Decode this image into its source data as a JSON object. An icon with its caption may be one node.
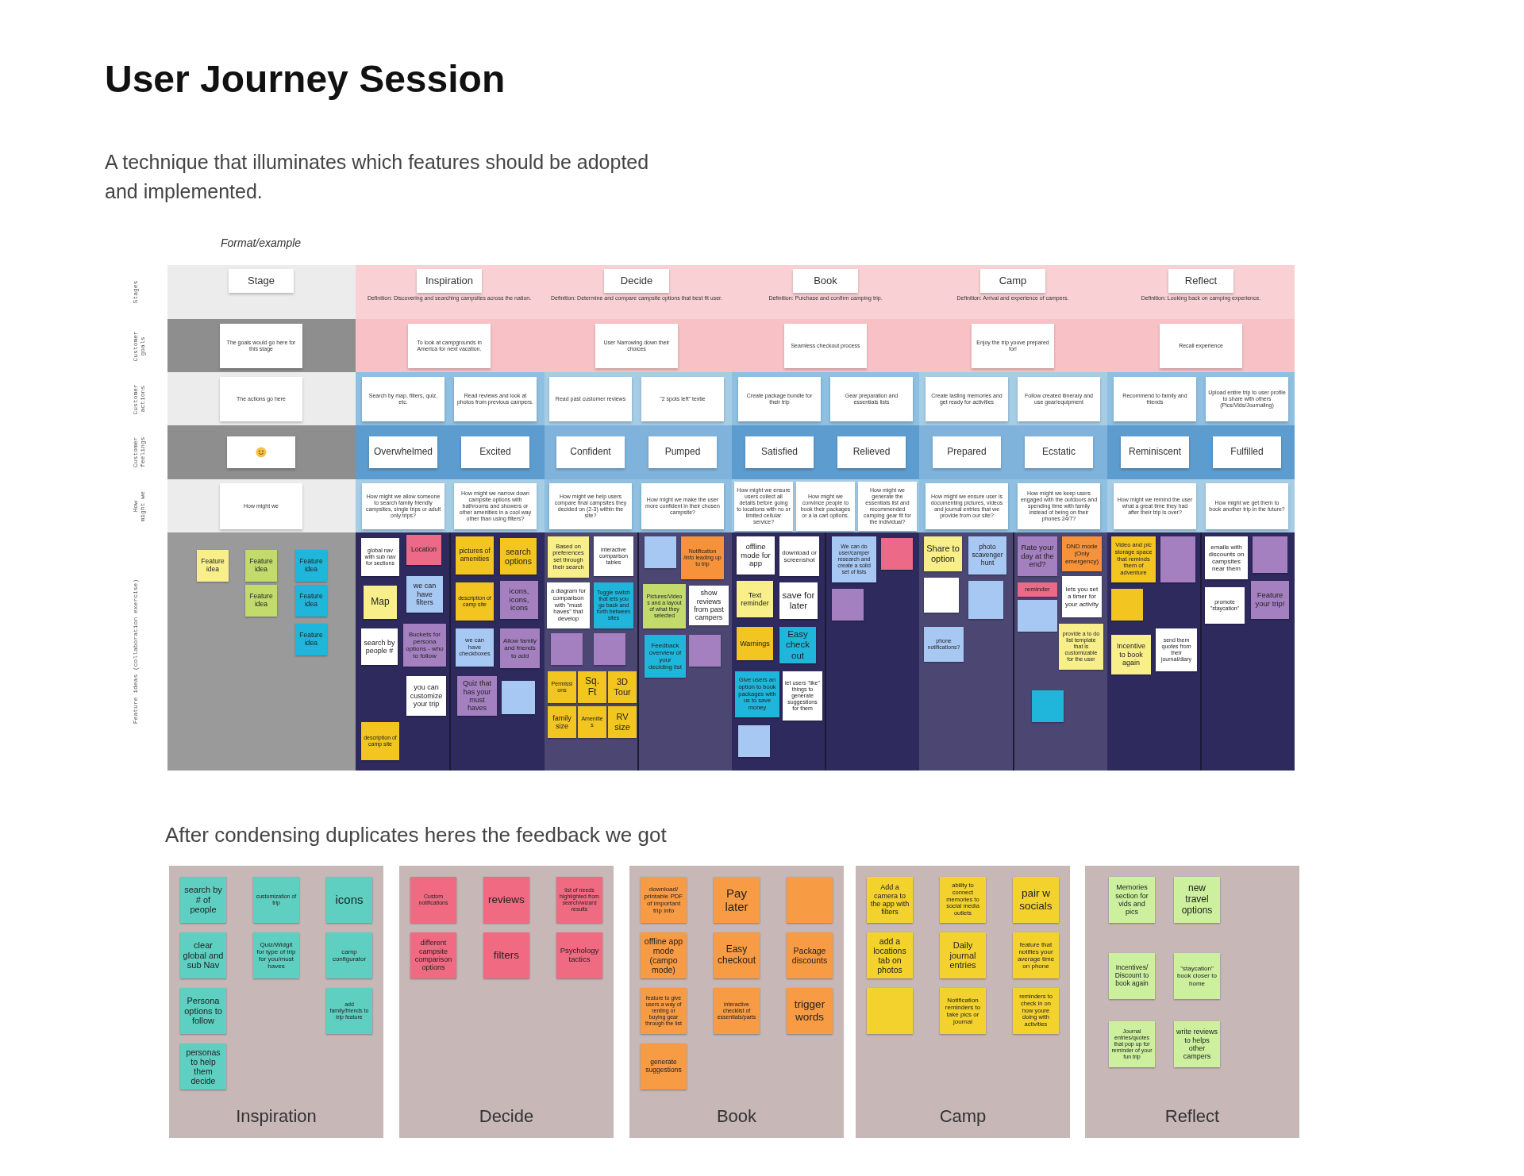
{
  "diagram": {
    "title": "User Journey Session",
    "nodes": [
      {
        "text": [
          "Stage"
        ]
      },
      {
        "text": [
          "The goals would go here for this stage"
        ]
      },
      {
        "text": [
          "The actions go here"
        ]
      },
      {
        "text": [],
        "shape": "box"
      },
      {
        "text": [
          "How might we"
        ]
      },
      {
        "text": [
          "Feature idea"
        ]
      },
      {
        "text": [
          "Feature idea"
        ]
      },
      {
        "text": [
          "Feature idea"
        ]
      },
      {
        "text": [
          "Feature idea"
        ]
      },
      {
        "text": [
          "Feature idea"
        ]
      },
      {
        "text": [
          "Feature idea"
        ]
      },
      {
        "text": [
          "Inspiration"
        ],
        "beside": [
          "Definition: Discovering and searching campsites across the nation."
        ]
      },
      {
        "text": [
          "To look at campgrounds in America for next vacation."
        ]
      },
      {
        "text": [
          "Search by map, filters, quiz, etc."
        ]
      },
      {
        "text": [
          "Read reviews and look at photos from previous campers."
        ]
      },
      {
        "text": [
          "Overwhelmed"
        ]
      },
      {
        "text": [
          "Excited"
        ]
      },
      {
        "text": [
          "How might we allow someone to search family friendly campsites, single trips or adult only trips?"
        ]
      },
      {
        "text": [
          "How might we narrow down campsite options with bathrooms and showers or other amenities in a cool way other than using filters?"
        ]
      },
      {
        "text": [
          "Decide"
        ],
        "beside": [
          "Definition: Determine and compare campsite options that best fit user."
        ]
      },
      {
        "text": [
          "User Narrowing down their choices"
        ]
      },
      {
        "text": [
          "Read past customer reviews"
        ]
      },
      {
        "text": [
          "\"2 spots left\" textie"
        ]
      },
      {
        "text": [
          "Confident"
        ]
      },
      {
        "text": [
          "Pumped"
        ]
      },
      {
        "text": [
          "How might we help users compare final campsites they decided on (2-3) within the site?"
        ]
      },
      {
        "text": [
          "How might we make the user more confident in their chosen campsite?"
        ]
      },
      {
        "text": [
          "Book"
        ],
        "beside": [
          "Definition: Purchase and confirm camping trip."
        ]
      },
      {
        "text": [
          "Seamless checkout process"
        ]
      },
      {
        "text": [
          "Create package bundle for their trip"
        ]
      },
      {
        "text": [
          "Gear preparation and essentials lists"
        ]
      },
      {
        "text": [
          "Satisfied"
        ]
      },
      {
        "text": [
          "Relieved"
        ]
      },
      {
        "text": [
          "How might we ensure users collect all details before going to locations with no or limited cellular service?"
        ]
      },
      {
        "text": [
          "How might we convince people to book their packages or a la cart options."
        ]
      },
      {
        "text": [
          "How might we generate the essentials list and recommended camping gear fit for the individual?"
        ]
      },
      {
        "text": [
          "Camp"
        ],
        "beside": [
          "Definition: Arrival and experience of campers."
        ]
      },
      {
        "text": [
          "Enjoy the trip youve prepared for!"
        ]
      },
      {
        "text": [
          "Create lasting memories and get ready for activities"
        ]
      },
      {
        "text": [
          "Follow created itinerary and use gear/equipment"
        ]
      },
      {
        "text": [
          "Prepared"
        ]
      },
      {
        "text": [
          "Ecstatic"
        ]
      },
      {
        "text": [
          "How might we ensure user is documenting pictures, videos and journal entries that we provide from our site?"
        ]
      },
      {
        "text": [
          "How might we keep users engaged with the outdoors and spending time with family instead of being on their phones 24/7?"
        ]
      },
      {
        "text": [
          "Reflect"
        ],
        "beside": [
          "Definition: Looking back on camping experience."
        ]
      },
      {
        "text": [
          "Recall experience"
        ]
      },
      {
        "text": [
          "Recommend to family and friends"
        ]
      },
      {
        "text": [
          "Upload entire trip to user profile to share with others (Pics/Vids/Journaling)"
        ]
      },
      {
        "text": [
          "Reminiscent"
        ]
      },
      {
        "text": [
          "Fulfilled"
        ]
      },
      {
        "text": [
          "How might we remind the user what a great time they had after their trip is over?"
        ]
      },
      {
        "text": [
          "How might we get them to book another trip in the future?"
        ]
      },
      {
        "text": [
          "global nav with sub nav for sections"
        ]
      },
      {
        "text": [
          "Location"
        ]
      },
      {
        "text": [
          "Map"
        ]
      },
      {
        "text": [
          "we can have filters"
        ]
      },
      {
        "text": [
          "search by people #"
        ]
      },
      {
        "text": [
          "Buckets for persona options - who to follow"
        ]
      },
      {
        "text": [
          "you can customize your trip"
        ]
      },
      {
        "text": [
          "description of camp site"
        ]
      },
      {
        "text": [
          "pictures of amenities"
        ]
      },
      {
        "text": [
          "search options"
        ]
      },
      {
        "text": [
          "description of camp site"
        ]
      },
      {
        "text": [
          "icons, icons, icons"
        ]
      },
      {
        "text": [
          "we can have checkboxes"
        ]
      },
      {
        "text": [
          "Allow family and friends to add"
        ]
      },
      {
        "text": [
          "Quiz that has your must haves"
        ]
      },
      {
        "text": [],
        "shape": "box"
      },
      {
        "text": [
          "Based on preferences set through their search"
        ]
      },
      {
        "text": [
          "interactive comparison tables"
        ]
      },
      {
        "text": [
          "a diagram for comparison with \"must haves\" that develop"
        ]
      },
      {
        "text": [
          "Toggle switch that lets you go back and forth between sites"
        ]
      },
      {
        "text": [],
        "shape": "box"
      },
      {
        "text": [],
        "shape": "box"
      },
      {
        "text": [
          "Permissions"
        ]
      },
      {
        "text": [
          "Sq. Ft"
        ]
      },
      {
        "text": [
          "3D Tour"
        ]
      },
      {
        "text": [
          "family size"
        ]
      },
      {
        "text": [
          "Amenities"
        ]
      },
      {
        "text": [
          "RV size"
        ]
      },
      {
        "text": [],
        "shape": "box"
      },
      {
        "text": [
          "Notification /info leading up to trip"
        ]
      },
      {
        "text": [
          "Pictures/Videos and a layout of what they selected"
        ]
      },
      {
        "text": [
          "show reviews from past campers"
        ]
      },
      {
        "text": [
          "Feedback overview of your deciding list"
        ]
      },
      {
        "text": [],
        "shape": "box"
      },
      {
        "text": [
          "offline mode for app"
        ]
      },
      {
        "text": [
          "download or screenshot"
        ]
      },
      {
        "text": [
          "Text reminder"
        ]
      },
      {
        "text": [
          "save for later"
        ]
      },
      {
        "text": [
          "Warnings"
        ]
      },
      {
        "text": [
          "Easy check out"
        ]
      },
      {
        "text": [
          "Give users an option to book packages with us to save money"
        ]
      },
      {
        "text": [
          "let users \"like\" things to generate suggestions for them"
        ]
      },
      {
        "text": [],
        "shape": "box"
      },
      {
        "text": [
          "We can do user/camper research and create a solid set of lists"
        ]
      },
      {
        "text": [],
        "shape": "box"
      },
      {
        "text": [],
        "shape": "box"
      },
      {
        "text": [
          "Share to option"
        ]
      },
      {
        "text": [
          "photo scavenger hunt"
        ]
      },
      {
        "text": [],
        "shape": "box"
      },
      {
        "text": [],
        "shape": "box"
      },
      {
        "text": [
          "phone notifications?"
        ]
      },
      {
        "text": [
          "Rate your day at the end?"
        ]
      },
      {
        "text": [
          "reminder"
        ]
      },
      {
        "text": [],
        "shape": "box"
      },
      {
        "text": [
          "DND mode (Only emergency)"
        ]
      },
      {
        "text": [
          "lets you set a timer for your activity"
        ]
      },
      {
        "text": [
          "provide a to do list template that is customizable for the user"
        ]
      },
      {
        "text": [],
        "shape": "box"
      },
      {
        "text": [
          "Video and pic storage space that reminds them of adventure"
        ]
      },
      {
        "text": [],
        "shape": "box"
      },
      {
        "text": [],
        "shape": "box"
      },
      {
        "text": [
          "Incentive to book again"
        ]
      },
      {
        "text": [
          "send them quotes from their journal/diary"
        ]
      },
      {
        "text": [
          "emails with discounts on campsites near them"
        ]
      },
      {
        "text": [],
        "shape": "box"
      },
      {
        "text": [
          "promote \"staycation\""
        ]
      },
      {
        "text": [
          "Feature your trip!"
        ]
      },
      {
        "text": [
          "Inspiration"
        ]
      },
      {
        "text": [
          "search by # of people"
        ],
        "in": 119
      },
      {
        "text": [
          "customization of trip"
        ],
        "in": 119
      },
      {
        "text": [
          "icons"
        ],
        "in": 119
      },
      {
        "text": [
          "clear global and sub Nav"
        ],
        "in": 119
      },
      {
        "text": [
          "Quiz/Widgit for type of trip for you/must haves"
        ],
        "in": 119
      },
      {
        "text": [
          "camp configurator"
        ],
        "in": 119
      },
      {
        "text": [
          "Persona options to follow"
        ],
        "in": 119
      },
      {
        "text": [
          "add family/friends to trip feature"
        ],
        "in": 119
      },
      {
        "text": [
          "personas to help them decide"
        ],
        "in": 119
      },
      {
        "text": [
          "Decide"
        ]
      },
      {
        "text": [
          "Custom notifications"
        ],
        "in": 129
      },
      {
        "text": [
          "reviews"
        ],
        "in": 129
      },
      {
        "text": [
          "list of needs highlighted from search/wizard results"
        ],
        "in": 129
      },
      {
        "text": [
          "different campsite comparison options"
        ],
        "in": 129
      },
      {
        "text": [
          "filters"
        ],
        "in": 129
      },
      {
        "text": [
          "Psychology tactics"
        ],
        "in": 129
      },
      {
        "text": [
          "Book"
        ]
      },
      {
        "text": [
          "download/ printable PDF of important trip info"
        ],
        "in": 136
      },
      {
        "text": [
          "Pay later"
        ],
        "in": 136
      },
      {
        "text": [],
        "shape": "box",
        "in": 136
      },
      {
        "text": [
          "offline app mode (campo mode)"
        ],
        "in": 136
      },
      {
        "text": [
          "Easy checkout"
        ],
        "in": 136
      },
      {
        "text": [
          "Package discounts"
        ],
        "in": 136
      },
      {
        "text": [
          "feature to give users a way of renting or buying gear through the list"
        ],
        "in": 136
      },
      {
        "text": [
          "interactive checklist of essentials/parts"
        ],
        "in": 136
      },
      {
        "text": [
          "trigger words"
        ],
        "in": 136
      },
      {
        "text": [
          "generate suggestions"
        ],
        "in": 136
      },
      {
        "text": [
          "Camp"
        ]
      },
      {
        "text": [
          "Add a camera to the app with filters"
        ],
        "in": 147
      },
      {
        "text": [
          "ability to connect memories to social media outlets"
        ],
        "in": 147
      },
      {
        "text": [
          "pair w socials"
        ],
        "in": 147
      },
      {
        "text": [
          "add a locations tab on photos"
        ],
        "in": 147
      },
      {
        "text": [
          "Daily journal entries"
        ],
        "in": 147
      },
      {
        "text": [
          "feature that notifies your average time on phone"
        ],
        "in": 147
      },
      {
        "text": [],
        "shape": "box",
        "in": 147
      },
      {
        "text": [
          "Notification reminders to take pics or journal"
        ],
        "in": 147
      },
      {
        "text": [
          "reminders to check in on how youre doing with activities"
        ],
        "in": 147
      },
      {
        "text": [
          "Reflect"
        ]
      },
      {
        "text": [
          "Memories section for vids and pics"
        ],
        "in": 157
      },
      {
        "text": [
          "new travel options"
        ],
        "in": 157
      },
      {
        "text": [
          "Incentives/ Discount to book again"
        ],
        "in": 157
      },
      {
        "text": [
          "\"staycation\" book closer to home"
        ],
        "in": 157
      },
      {
        "text": [
          "Journal entries/quotes that pop up for reminder of your fun trip"
        ],
        "in": 157
      },
      {
        "text": [
          "write reviews to helps other campers"
        ],
        "in": 157
      }
    ],
    "labels": [
      "A technique that illuminates which features should be adopted and implemented.",
      "Format/example",
      "Stages",
      "Customer goals",
      "Customer actions",
      "Customer feelings",
      "How might we",
      "Feature ideas (collaboration exercise)",
      "After condensing duplicates heres the feedback we got"
    ]
  }
}
